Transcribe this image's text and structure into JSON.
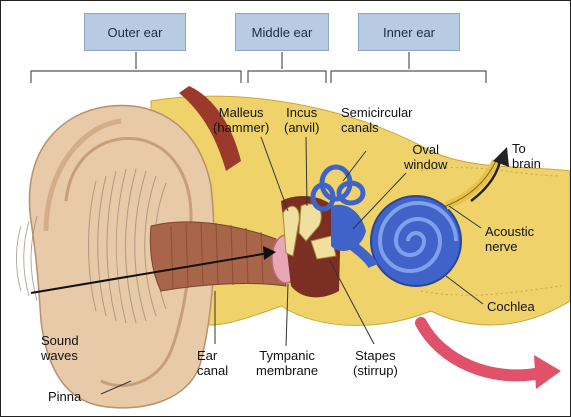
{
  "sections": {
    "outer": "Outer ear",
    "middle": "Middle ear",
    "inner": "Inner ear"
  },
  "labels": {
    "malleus": "Malleus\n(hammer)",
    "incus": "Incus\n(anvil)",
    "semicircular": "Semicircular\ncanals",
    "oval_window": "Oval\nwindow",
    "to_brain": "To\nbrain",
    "acoustic_nerve": "Acoustic\nnerve",
    "cochlea": "Cochlea",
    "sound_waves": "Sound\nwaves",
    "pinna": "Pinna",
    "ear_canal": "Ear\ncanal",
    "tympanic": "Tympanic\nmembrane",
    "stapes": "Stapes\n(stirrup)"
  },
  "colors": {
    "section_fill": "#b7cbe3",
    "skin": "#e8c9a8",
    "bone": "#e8d26a",
    "canal": "#a8654a",
    "cochlea": "#3f63c8",
    "arrow_red": "#e0526a"
  }
}
